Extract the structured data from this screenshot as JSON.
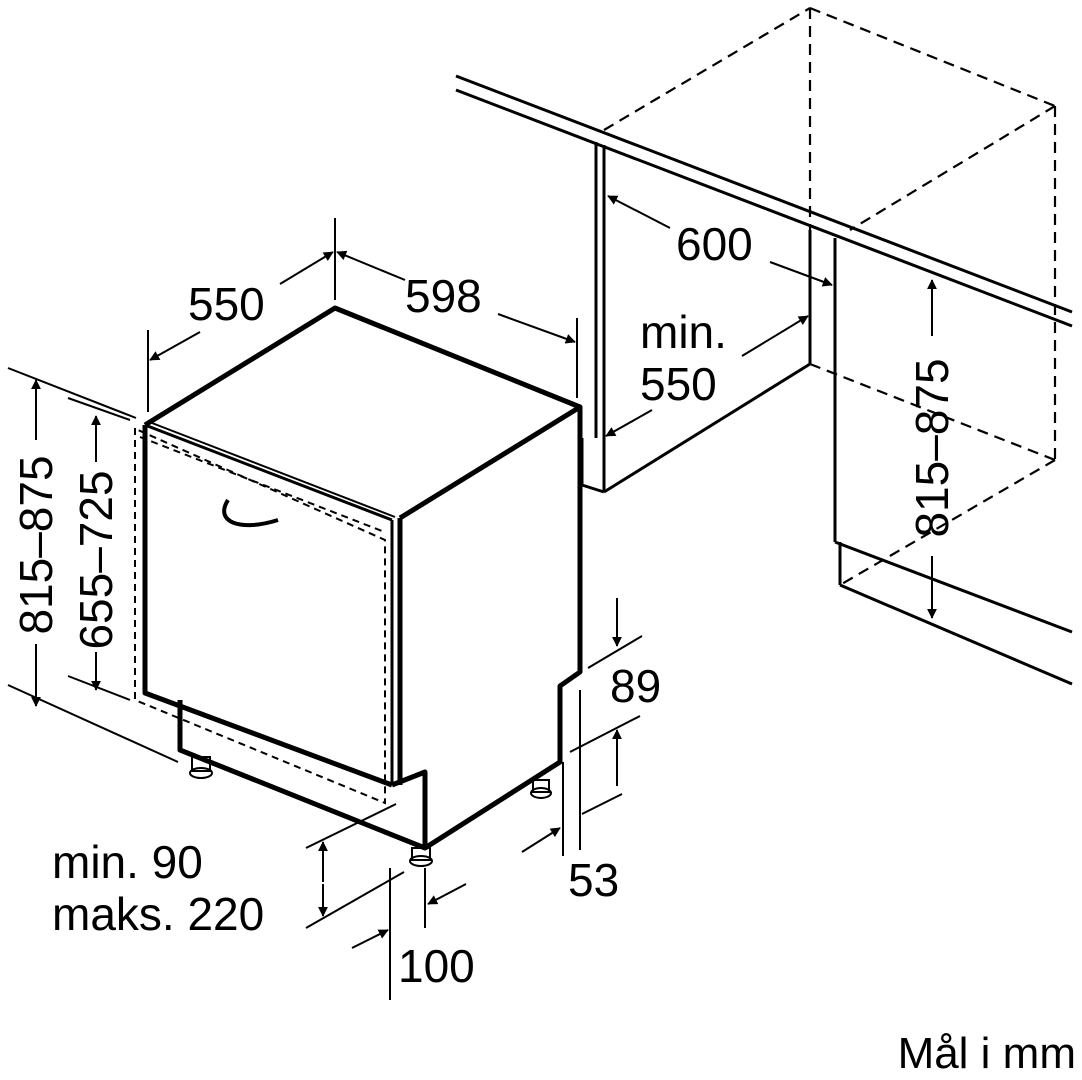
{
  "dimensions": {
    "width_550": "550",
    "width_598": "598",
    "niche_depth_600": "600",
    "niche_min": "min.",
    "niche_min_value": "550",
    "niche_height": "815–875",
    "appliance_height": "815–875",
    "door_height": "655–725",
    "plinth_89": "89",
    "plinth_53": "53",
    "foot_100": "100",
    "plinth_min": "min. 90",
    "plinth_max": "maks. 220"
  },
  "unit_note": "Mål i mm"
}
